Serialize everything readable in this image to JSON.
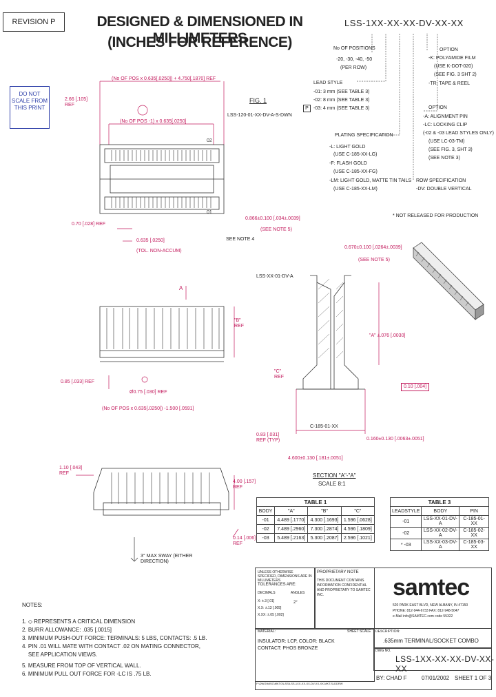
{
  "revision": "REVISION P",
  "title_line1": "DESIGNED & DIMENSIONED IN MILLIMETERS",
  "title_line2": "(INCHES FOR REFERENCE)",
  "part_number": "LSS-1XX-XX-XX-DV-XX-XX",
  "do_not_scale": "DO NOT SCALE FROM THIS PRINT",
  "fig_label": "FIG. 1",
  "fig_sub": "LSS-120-01-XX-DV-A-S-DWN",
  "callouts": {
    "no_positions": "No OF POSITIONS",
    "no_positions_vals": "-20, -30, -40, -50",
    "per_row": "(PER ROW)",
    "lead_style": "LEAD STYLE",
    "ls1": "-01: 3 mm (SEE TABLE 3)",
    "ls2": "-02: 8 mm (SEE TABLE 3)",
    "ls3": "-03: 4 mm (SEE TABLE 3)",
    "plating": "PLATING SPECIFICATION",
    "pl1": "-L: LIGHT GOLD",
    "pl1b": "(USE C-185-XX-LG)",
    "pl2": "-F: FLASH GOLD",
    "pl2b": "(USE C-185-XX-FG)",
    "pl3": "-LM: LIGHT GOLD, MATTE TIN TAILS",
    "pl3b": "(USE C-185-XX-LM)",
    "row_spec": "ROW SPECIFICATION",
    "row_val": "-DV: DOUBLE VERTICAL",
    "option1": "OPTION",
    "opt1a": "-K: POLYAMIDE FILM",
    "opt1b": "(USE K-DOT-020)",
    "opt1c": "(SEE FIG. 3 SHT 2)",
    "opt1d": "-TR: TAPE & REEL",
    "option2": "OPTION",
    "opt2a": "-A: ALIGNMENT PIN",
    "opt2b": "-LC: LOCKING CLIP",
    "opt2c": "(-02 & -03 LEAD STYLES ONLY)",
    "opt2d": "(USE LC-03-TM)",
    "opt2e": "(SEE FIG. 3, SHT 3)",
    "opt2f": "(SEE NOTE 3)",
    "not_released": "* NOT RELEASED FOR PRODUCTION"
  },
  "dims": {
    "d1": "(No OF POS x 0.635[.0250]) + 4.750[.1870] REF",
    "d2": "(No OF POS -1) x 0.635[.0250]",
    "d3": "2.66 [.105] REF",
    "d4": "0.70 [.028] REF",
    "d5": "0.635 [.0250]",
    "d5b": "(TOL. NON-ACCUM)",
    "d6": "0.866±0.100 [.034±.0039]",
    "d6b": "(SEE NOTE 5)",
    "d7": "0.670±0.100 [.0264±.0039]",
    "d7b": "(SEE NOTE 5)",
    "d8": "0.85 [.033] REF",
    "d9": "Ø0.75 [.030] REF",
    "d10": "(No OF POS x 0.635[.0250]) -1.500 [.0591]",
    "d11": "1.10 [.043] REF",
    "d12": "4.00 [.157] REF",
    "d13": "0.14 [.006] REF",
    "d14": "3° MAX SWAY (EITHER DIRECTION)",
    "d15": "\"A\" ±.076 [.0030]",
    "d16": "\"C\" REF",
    "d17": "0.83 [.031] REF (TYP)",
    "d18": "4.600±0.130 [.181±.0051]",
    "d19": "0.160±0.130 [.0063±.0051]",
    "d20": "0.10 [.004]",
    "d21": "\"B\" REF",
    "lss_label": "LSS-XX-01-DV-A",
    "c185": "C-185-01-XX",
    "section": "SECTION \"A\"-\"A\"",
    "scale": "SCALE 8:1",
    "see_note": "SEE NOTE 4"
  },
  "table1": {
    "caption": "TABLE 1",
    "headers": [
      "BODY",
      "\"A\"",
      "\"B\"",
      "\"C\""
    ],
    "rows": [
      [
        "-01",
        "4.489 [.1770]",
        "4.300 [.1693]",
        "1.596 [.0628]"
      ],
      [
        "-02",
        "7.489 [.2960]",
        "7.300 [.2874]",
        "4.596 [.1809]"
      ],
      [
        "-03",
        "5.489 [.2163]",
        "5.300 [.2087]",
        "2.596 [.1021]"
      ]
    ]
  },
  "table3": {
    "caption": "TABLE 3",
    "headers": [
      "LEADSTYLE",
      "BODY",
      "PIN"
    ],
    "rows": [
      [
        "-01",
        "LSS-XX-01-DV-A",
        "C-185-01-XX"
      ],
      [
        "-02",
        "LSS-XX-02-DV-A",
        "C-185-02-XX"
      ],
      [
        "* -03",
        "LSS-XX-03-DV-A",
        "C-185-03-XX"
      ]
    ]
  },
  "notes": {
    "heading": "NOTES:",
    "items": [
      "1. ◇ REPRESENTS A CRITICAL DIMENSION",
      "2. BURR ALLOWANCE: .035 [.0015]",
      "3. MINIMUM PUSH-OUT FORCE: TERMINALS: 5 LBS, CONTACTS: .5 LB.",
      "4. PIN .01 WILL MATE WITH CONTACT .02 ON MATING CONNECTOR,",
      "    SEE APPLICATION VIEWS.",
      "5. MEASURE FROM TOP OF VERTICAL WALL.",
      "6. MINIMUM PULL OUT FORCE FOR -LC IS .75 LB."
    ]
  },
  "titleblock": {
    "tol_head": "UNLESS OTHERWISE SPECIFIED, DIMENSIONS ARE IN MILLIMETERS",
    "tolerances": "TOLERANCES ARE:",
    "decimal": "DECIMALS",
    "angles": "ANGLES",
    "t1": "X: ±.3 [.01]",
    "t2": "X.X: ±.13 [.005]",
    "t3": "X.XX: ±.05 [.002]",
    "ang": "2°",
    "proprietary": "PROPRIETARY NOTE",
    "prop_text": "THIS DOCUMENT CONTAINS INFORMATION CONFIDENTIAL AND PROPRIETARY TO SAMTEC INC.",
    "material": "MATERIAL:",
    "mat1": "INSULATOR: LCP, COLOR: BLACK",
    "mat2": "CONTACT: PHOS BRONZE",
    "sheet_label": "SHEET SCALE",
    "logo": "samtec",
    "address": "520 PARK EAST BLVD, NEW ALBANY, IN 47150",
    "phone": "PHONE: 812-944-6733   FAX: 812-948-5047",
    "email": "e-Mail info@SAMTEC.com   code 55322",
    "description_label": "DESCRIPTION:",
    "description": ".635mm TERMINAL/SOCKET COMBO",
    "dwg_label": "DWG NO.",
    "dwg_no": "LSS-1XX-XX-XX-DV-XX-XX",
    "by": "BY: CHAD F",
    "date": "07/01/2002",
    "sheet": "SHEET 1 OF 3",
    "file": "F:\\DWG\\MISC\\MKTG\\LSS\\LSS-1XX-XX-XX-DV-XX-XX-MKT.SLDDRW"
  }
}
